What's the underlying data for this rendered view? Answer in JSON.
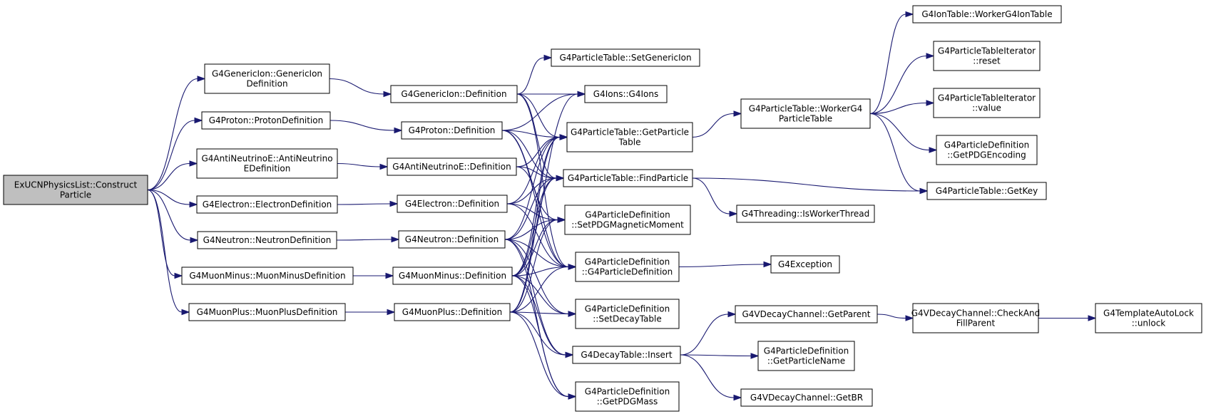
{
  "diagram": {
    "type": "call-graph",
    "nodes": [
      {
        "id": "root",
        "lines": [
          "ExUCNPhysicsList::Construct",
          "Particle"
        ],
        "root": true
      },
      {
        "id": "gi_def0",
        "lines": [
          "G4GenericIon::GenericIon",
          "Definition"
        ]
      },
      {
        "id": "pr_def0",
        "lines": [
          "G4Proton::ProtonDefinition"
        ]
      },
      {
        "id": "an_def0",
        "lines": [
          "G4AntiNeutrinoE::AntiNeutrino",
          "EDefinition"
        ]
      },
      {
        "id": "el_def0",
        "lines": [
          "G4Electron::ElectronDefinition"
        ]
      },
      {
        "id": "ne_def0",
        "lines": [
          "G4Neutron::NeutronDefinition"
        ]
      },
      {
        "id": "mm_def0",
        "lines": [
          "G4MuonMinus::MuonMinusDefinition"
        ]
      },
      {
        "id": "mp_def0",
        "lines": [
          "G4MuonPlus::MuonPlusDefinition"
        ]
      },
      {
        "id": "gi_def",
        "lines": [
          "G4GenericIon::Definition"
        ]
      },
      {
        "id": "pr_def",
        "lines": [
          "G4Proton::Definition"
        ]
      },
      {
        "id": "an_def",
        "lines": [
          "G4AntiNeutrinoE::Definition"
        ]
      },
      {
        "id": "el_def",
        "lines": [
          "G4Electron::Definition"
        ]
      },
      {
        "id": "ne_def",
        "lines": [
          "G4Neutron::Definition"
        ]
      },
      {
        "id": "mm_def",
        "lines": [
          "G4MuonMinus::Definition"
        ]
      },
      {
        "id": "mp_def",
        "lines": [
          "G4MuonPlus::Definition"
        ]
      },
      {
        "id": "set_gi",
        "lines": [
          "G4ParticleTable::SetGenericIon"
        ]
      },
      {
        "id": "ions",
        "lines": [
          "G4Ions::G4Ions"
        ]
      },
      {
        "id": "get_pt",
        "lines": [
          "G4ParticleTable::GetParticle",
          "Table"
        ]
      },
      {
        "id": "find_p",
        "lines": [
          "G4ParticleTable::FindParticle"
        ]
      },
      {
        "id": "set_mm",
        "lines": [
          "G4ParticleDefinition",
          "::SetPDGMagneticMoment"
        ]
      },
      {
        "id": "pd_ctor",
        "lines": [
          "G4ParticleDefinition",
          "::G4ParticleDefinition"
        ]
      },
      {
        "id": "set_dt",
        "lines": [
          "G4ParticleDefinition",
          "::SetDecayTable"
        ]
      },
      {
        "id": "dt_ins",
        "lines": [
          "G4DecayTable::Insert"
        ]
      },
      {
        "id": "get_mass",
        "lines": [
          "G4ParticleDefinition",
          "::GetPDGMass"
        ]
      },
      {
        "id": "worker_pt",
        "lines": [
          "G4ParticleTable::WorkerG4",
          "ParticleTable"
        ]
      },
      {
        "id": "is_worker",
        "lines": [
          "G4Threading::IsWorkerThread"
        ]
      },
      {
        "id": "exception",
        "lines": [
          "G4Exception"
        ]
      },
      {
        "id": "get_parent",
        "lines": [
          "G4VDecayChannel::GetParent"
        ]
      },
      {
        "id": "get_pname",
        "lines": [
          "G4ParticleDefinition",
          "::GetParticleName"
        ]
      },
      {
        "id": "get_br",
        "lines": [
          "G4VDecayChannel::GetBR"
        ]
      },
      {
        "id": "worker_ion",
        "lines": [
          "G4IonTable::WorkerG4IonTable"
        ]
      },
      {
        "id": "it_reset",
        "lines": [
          "G4ParticleTableIterator",
          "::reset"
        ]
      },
      {
        "id": "it_value",
        "lines": [
          "G4ParticleTableIterator",
          "::value"
        ]
      },
      {
        "id": "get_enc",
        "lines": [
          "G4ParticleDefinition",
          "::GetPDGEncoding"
        ]
      },
      {
        "id": "get_key",
        "lines": [
          "G4ParticleTable::GetKey"
        ]
      },
      {
        "id": "check_fill",
        "lines": [
          "G4VDecayChannel::CheckAnd",
          "FillParent"
        ]
      },
      {
        "id": "unlock",
        "lines": [
          "G4TemplateAutoLock",
          "::unlock"
        ]
      }
    ],
    "edges": [
      [
        "root",
        "gi_def0"
      ],
      [
        "root",
        "pr_def0"
      ],
      [
        "root",
        "an_def0"
      ],
      [
        "root",
        "el_def0"
      ],
      [
        "root",
        "ne_def0"
      ],
      [
        "root",
        "mm_def0"
      ],
      [
        "root",
        "mp_def0"
      ],
      [
        "gi_def0",
        "gi_def"
      ],
      [
        "pr_def0",
        "pr_def"
      ],
      [
        "an_def0",
        "an_def"
      ],
      [
        "el_def0",
        "el_def"
      ],
      [
        "ne_def0",
        "ne_def"
      ],
      [
        "mm_def0",
        "mm_def"
      ],
      [
        "mp_def0",
        "mp_def"
      ],
      [
        "gi_def",
        "set_gi"
      ],
      [
        "gi_def",
        "ions"
      ],
      [
        "gi_def",
        "get_pt"
      ],
      [
        "gi_def",
        "find_p"
      ],
      [
        "gi_def",
        "pd_ctor"
      ],
      [
        "pr_def",
        "ions"
      ],
      [
        "pr_def",
        "get_pt"
      ],
      [
        "pr_def",
        "find_p"
      ],
      [
        "pr_def",
        "set_mm"
      ],
      [
        "pr_def",
        "pd_ctor"
      ],
      [
        "an_def",
        "get_pt"
      ],
      [
        "an_def",
        "find_p"
      ],
      [
        "an_def",
        "pd_ctor"
      ],
      [
        "el_def",
        "get_pt"
      ],
      [
        "el_def",
        "find_p"
      ],
      [
        "el_def",
        "set_mm"
      ],
      [
        "el_def",
        "pd_ctor"
      ],
      [
        "ne_def",
        "get_pt"
      ],
      [
        "ne_def",
        "find_p"
      ],
      [
        "ne_def",
        "set_mm"
      ],
      [
        "ne_def",
        "pd_ctor"
      ],
      [
        "ne_def",
        "set_dt"
      ],
      [
        "ne_def",
        "dt_ins"
      ],
      [
        "ne_def",
        "get_mass"
      ],
      [
        "mm_def",
        "ions"
      ],
      [
        "mm_def",
        "get_pt"
      ],
      [
        "mm_def",
        "find_p"
      ],
      [
        "mm_def",
        "set_mm"
      ],
      [
        "mm_def",
        "pd_ctor"
      ],
      [
        "mm_def",
        "set_dt"
      ],
      [
        "mm_def",
        "dt_ins"
      ],
      [
        "mm_def",
        "get_mass"
      ],
      [
        "mp_def",
        "get_pt"
      ],
      [
        "mp_def",
        "find_p"
      ],
      [
        "mp_def",
        "set_mm"
      ],
      [
        "mp_def",
        "pd_ctor"
      ],
      [
        "mp_def",
        "set_dt"
      ],
      [
        "mp_def",
        "dt_ins"
      ],
      [
        "mp_def",
        "get_mass"
      ],
      [
        "get_pt",
        "worker_pt"
      ],
      [
        "worker_pt",
        "worker_ion"
      ],
      [
        "worker_pt",
        "it_reset"
      ],
      [
        "worker_pt",
        "it_value"
      ],
      [
        "worker_pt",
        "get_enc"
      ],
      [
        "worker_pt",
        "get_key"
      ],
      [
        "find_p",
        "get_key"
      ],
      [
        "find_p",
        "is_worker"
      ],
      [
        "pd_ctor",
        "exception"
      ],
      [
        "dt_ins",
        "get_parent"
      ],
      [
        "dt_ins",
        "get_pname"
      ],
      [
        "dt_ins",
        "get_br"
      ],
      [
        "get_parent",
        "check_fill"
      ],
      [
        "check_fill",
        "unlock"
      ]
    ]
  }
}
